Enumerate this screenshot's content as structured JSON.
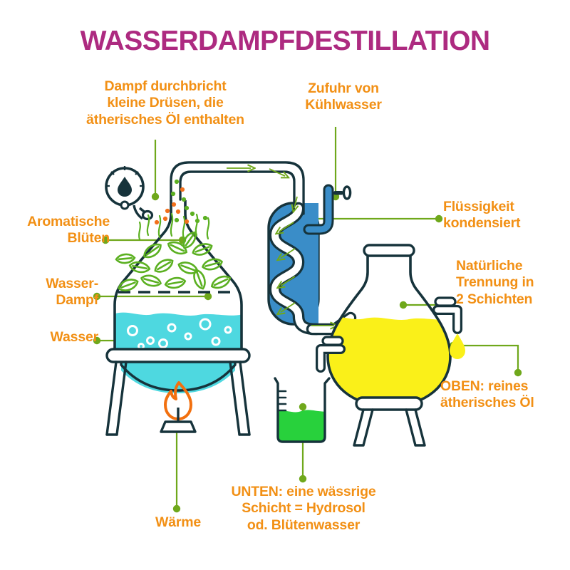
{
  "title": "WASSERDAMPFDESTILLATION",
  "colors": {
    "title": "#AD2A80",
    "label": "#F29015",
    "leader_line": "#6FA81B",
    "outline": "#16333B",
    "water": "#4ED8E0",
    "condenser": "#3A8DC8",
    "oil": "#FAF019",
    "hydrosol": "#28D13C",
    "flame": "#F2700F",
    "leaf": "#5BB021",
    "dot_orange": "#F2701C"
  },
  "labels": {
    "steam_glands": "Dampf durchbricht\nkleine Drüsen, die\nätherisches Öl enthalten",
    "coolant_in": "Zufuhr von\nKühlwasser",
    "condenses": "Flüssigkeit\nkondensiert",
    "flowers": "Aromatische\nBlüten",
    "steam_water": "Wasser-\nDampf",
    "water": "Wasser",
    "separation": "Natürliche\nTrennung in\n2 Schichten",
    "top_oil": "OBEN: reines\nätherisches Öl",
    "bottom_hydrosol": "UNTEN: eine wässrige\nSchicht = Hydrosol\nod. Blütenwasser",
    "heat": "Wärme"
  },
  "diagram": {
    "type": "process-illustration",
    "subject": "steam distillation apparatus",
    "parts": [
      "pressure-gauge",
      "still-flask",
      "plant-material-leaves",
      "steam-water-layer",
      "water-layer",
      "burner-flame",
      "swan-neck-pipe",
      "condenser-coil",
      "coolant-inlet-valve",
      "separation-flask",
      "oil-droplet",
      "collection-beaker"
    ]
  }
}
